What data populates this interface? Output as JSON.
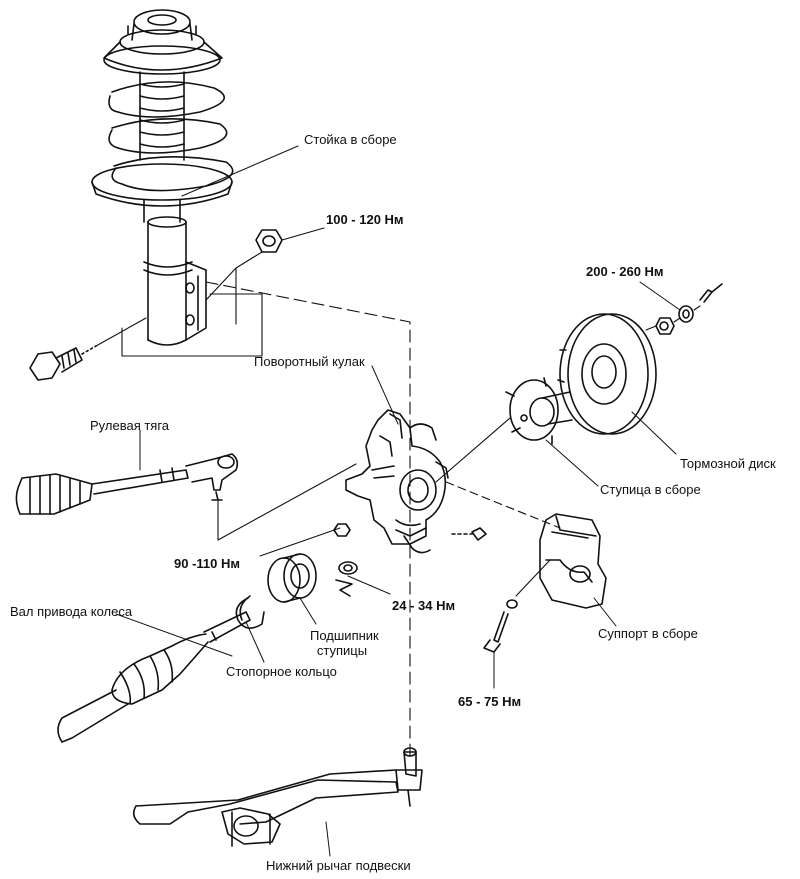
{
  "labels": {
    "strut": "Стойка в сборе",
    "knuckle": "Поворотный кулак",
    "tie_rod": "Рулевая тяга",
    "brake_disc": "Тормозной диск",
    "hub": "Ступица в сборе",
    "caliper": "Суппорт в сборе",
    "drive_shaft": "Вал привода колеса",
    "bearing_line1": "Подшипник",
    "bearing_line2": "ступицы",
    "snap_ring": "Стопорное кольцо",
    "lower_arm": "Нижний рычаг подвески"
  },
  "torques": {
    "strut_bolt": "100 - 120 Нм",
    "hub_nut": "200 - 260 Нм",
    "knuckle_nut": "90 -110 Нм",
    "ball_joint": "24 - 34 Нм",
    "caliper_bolt": "65 - 75 Нм"
  }
}
